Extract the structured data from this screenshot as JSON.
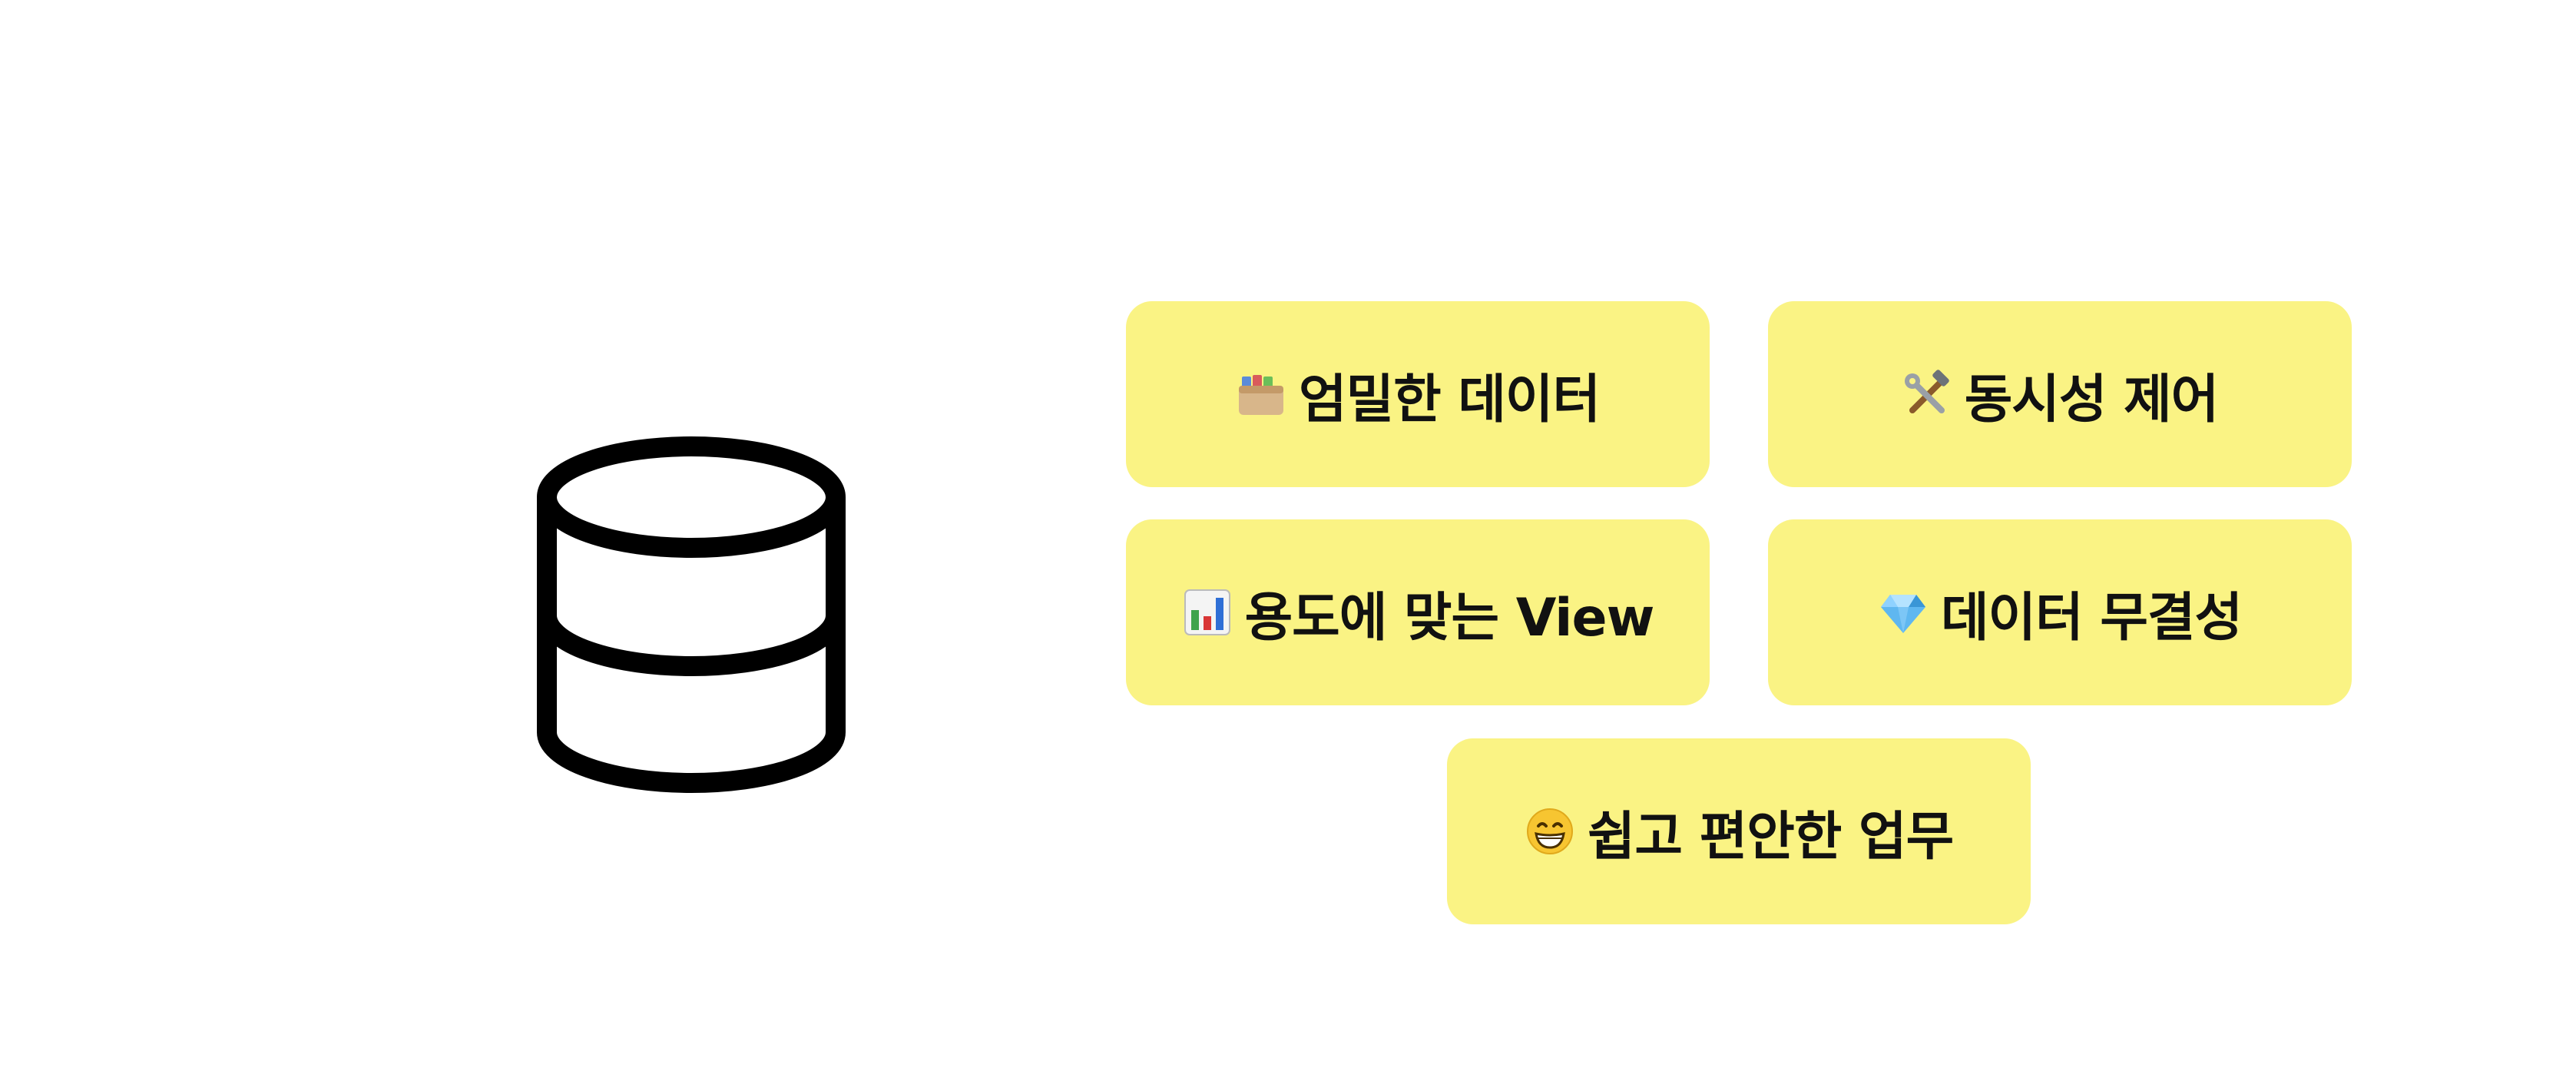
{
  "icon": "database-icon",
  "cards": [
    {
      "icon": "card-file-box-icon",
      "label": "엄밀한 데이터"
    },
    {
      "icon": "hammer-and-wrench-icon",
      "label": "동시성 제어"
    },
    {
      "icon": "bar-chart-icon",
      "label": "용도에 맞는 View"
    },
    {
      "icon": "gem-stone-icon",
      "label": "데이터 무결성"
    },
    {
      "icon": "grinning-face-icon",
      "label": "쉽고 편안한 업무"
    }
  ],
  "colors": {
    "card_background": "#faf384",
    "text": "#111111",
    "icon_stroke": "#000000"
  }
}
